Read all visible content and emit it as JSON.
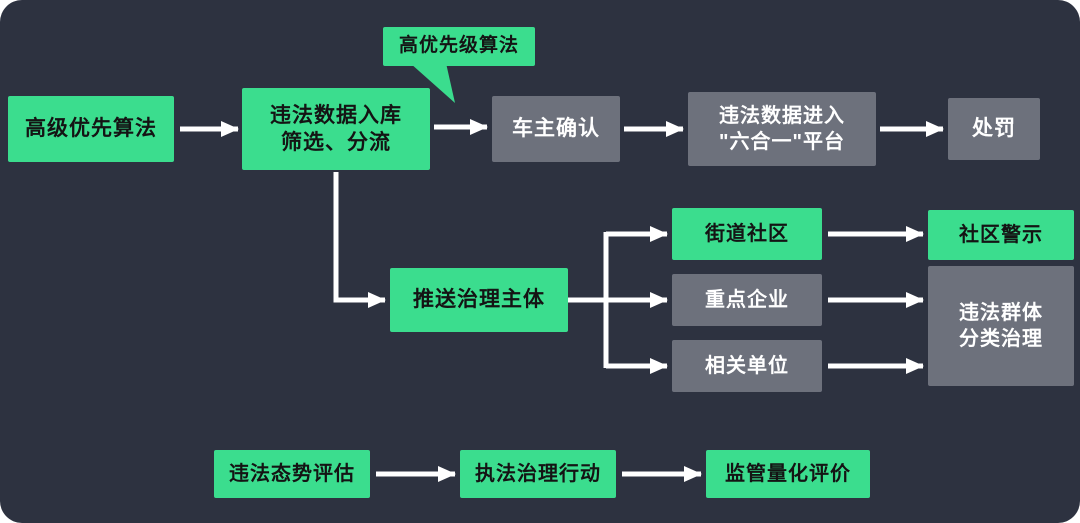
{
  "theme": {
    "background": "#2d3240",
    "green": "#3bdd8e",
    "gray": "#6d717c",
    "arrow": "#ffffff",
    "text_on_green": "#141414",
    "text_on_gray": "#ffffff"
  },
  "nodes": {
    "advanced_priority": {
      "label": "高级优先算法"
    },
    "callout": {
      "label": "高优先级算法"
    },
    "intake": {
      "label": "违法数据入库\n筛选、分流"
    },
    "owner_confirm": {
      "label": "车主确认"
    },
    "platform": {
      "label": "违法数据进入\n\"六合一\"平台"
    },
    "punish": {
      "label": "处罚"
    },
    "push_subject": {
      "label": "推送治理主体"
    },
    "street_community": {
      "label": "街道社区"
    },
    "key_enterprise": {
      "label": "重点企业"
    },
    "related_unit": {
      "label": "相关单位"
    },
    "community_warning": {
      "label": "社区警示"
    },
    "group_governance": {
      "label": "违法群体\n分类治理"
    },
    "situation_assessment": {
      "label": "违法态势评估"
    },
    "enforcement_action": {
      "label": "执法治理行动"
    },
    "quantified_evaluation": {
      "label": "监管量化评价"
    }
  }
}
